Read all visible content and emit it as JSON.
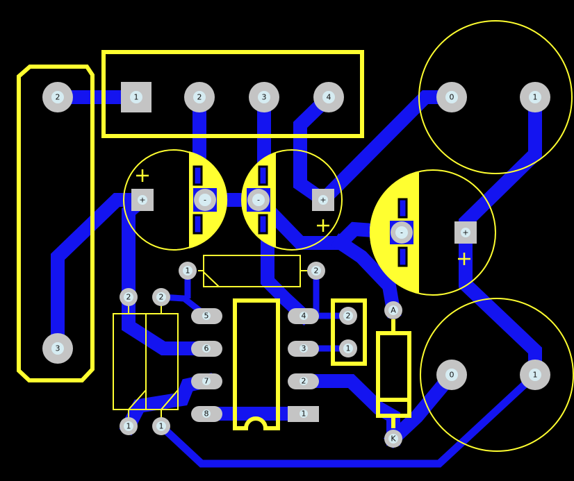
{
  "board": {
    "connector_left": {
      "pads": [
        "2",
        "3"
      ]
    },
    "header": {
      "pads": [
        "1",
        "2",
        "3",
        "4"
      ]
    },
    "terminal_top_right": {
      "pads": [
        "0",
        "1"
      ]
    },
    "terminal_bottom_right": {
      "pads": [
        "0",
        "1"
      ]
    },
    "cap_1": {
      "pads": [
        "+",
        "-"
      ]
    },
    "cap_2": {
      "pads": [
        "-",
        "+"
      ]
    },
    "cap_3": {
      "pads": [
        "-",
        "+"
      ]
    },
    "resistor": {
      "pads": [
        "1",
        "2"
      ]
    },
    "dual_component": {
      "pads": [
        "2",
        "2",
        "1",
        "1"
      ]
    },
    "ic": {
      "left_pads": [
        "5",
        "6",
        "7",
        "8"
      ],
      "right_pads": [
        "4",
        "3",
        "2",
        "1"
      ]
    },
    "jumper": {
      "pads": [
        "2",
        "1"
      ]
    },
    "diode": {
      "pads": [
        "A",
        "K"
      ]
    }
  },
  "colors": {
    "background": "#000000",
    "trace": "#1414f0",
    "silkscreen": "#ffff30",
    "pad": "#c4c4c4"
  }
}
